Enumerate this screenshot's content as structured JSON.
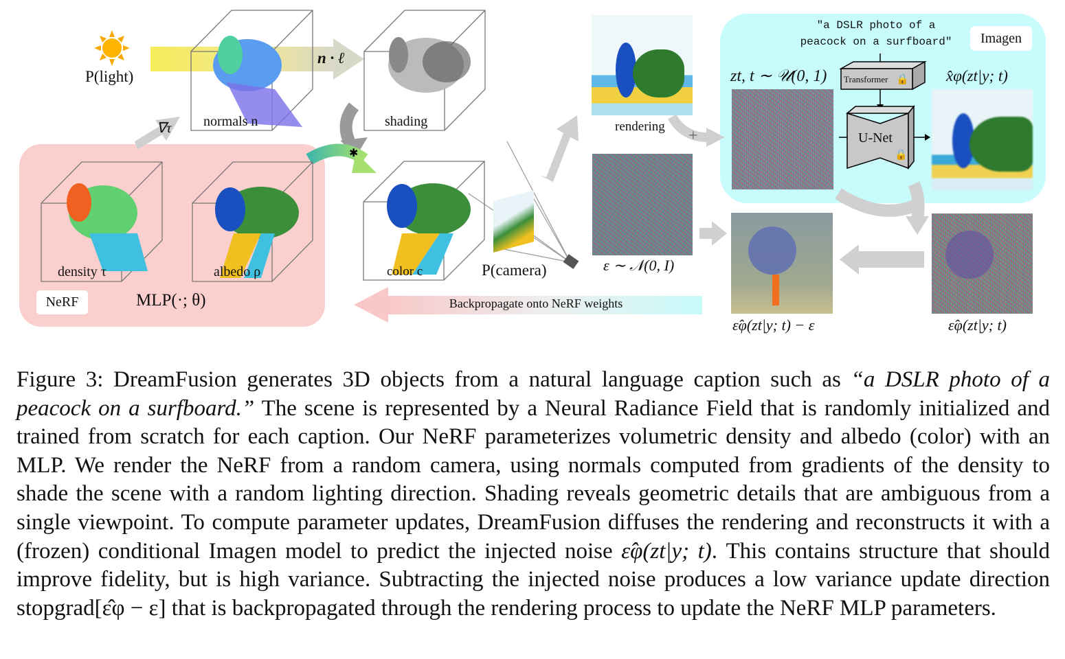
{
  "figure": {
    "light_label": "P(light)",
    "normals_label": "normals n",
    "n_dot_l": "n · ℓ",
    "shading_label": "shading",
    "grad_label": "∇τ",
    "density_label": "density τ",
    "albedo_label": "albedo ρ",
    "nerf_badge": "NeRF",
    "mlp_label": "MLP(·; θ)",
    "color_label": "color c",
    "camera_label": "P(camera)",
    "rendering_label": "rendering",
    "plus": "+",
    "noise_label": "ε ∼ 𝒩(0, I)",
    "prompt_line1": "\"a DSLR photo of a",
    "prompt_line2": "peacock on a surfboard\"",
    "imagen_badge": "Imagen",
    "zt_label": "zt, t ∼ 𝒰(0, 1)",
    "transformer_label": "Transformer",
    "unet_label": "U-Net",
    "xhat_label": "x̂φ(zt|y; t)",
    "eps_minus_label": "ε̂φ(zt|y; t) − ε",
    "eps_label": "ε̂φ(zt|y; t)",
    "backprop_label": "Backpropagate onto NeRF weights",
    "colors": {
      "nerf_panel": "#fccfcf",
      "imagen_panel": "#c8fcfc",
      "arrow_gray": "#cfcfcf",
      "light_yellow": "#f7ec5a"
    }
  },
  "caption": {
    "p1": "Figure 3: DreamFusion generates 3D objects from a natural language caption such as ",
    "quote": "“a DSLR photo of a peacock on a surfboard.”",
    "p2": " The scene is represented by a Neural Radiance Field that is randomly initialized and trained from scratch for each caption. Our NeRF parameterizes volumetric density and albedo (color) with an MLP. We render the NeRF from a random camera, using normals computed from gradients of the density to shade the scene with a random lighting direction. Shading reveals geometric details that are ambiguous from a single viewpoint.  To compute parameter updates, DreamFusion diffuses the rendering and reconstructs it with a (frozen) conditional Imagen model to predict the injected noise ",
    "math1": "ε̂φ(zt|y; t)",
    "p3": ". This contains structure that should improve fidelity, but is high variance. Subtracting the injected noise produces a low variance update direction ",
    "math2": "stopgrad[ε̂φ − ε]",
    "p4": " that is backpropagated through the rendering process to update the NeRF MLP parameters."
  }
}
